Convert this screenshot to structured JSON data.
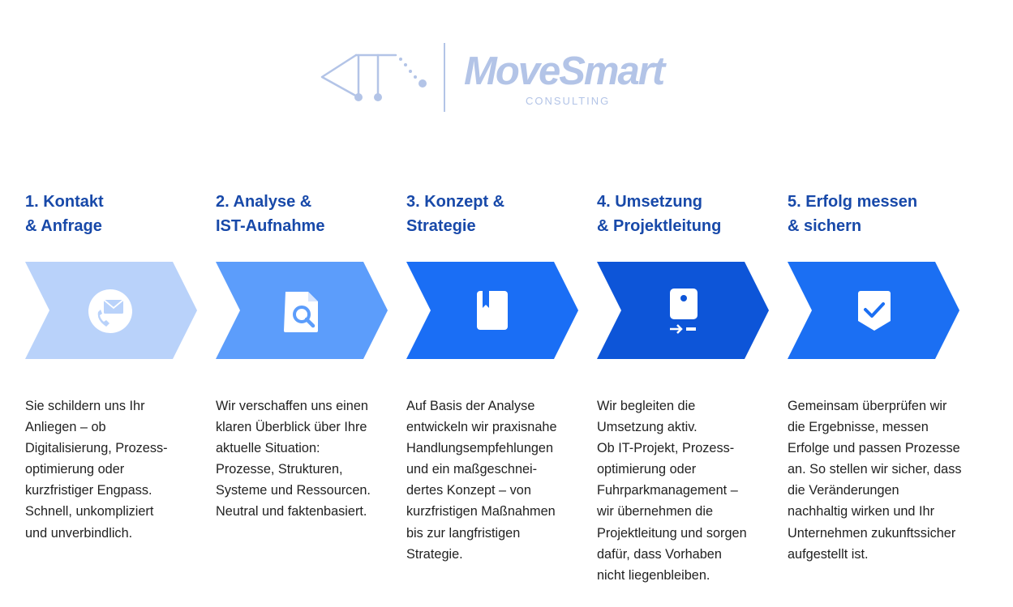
{
  "brand": {
    "name": "MoveSmart",
    "subtitle": "CONSULTING",
    "color": "#b3c4e7",
    "icon": "route-icon"
  },
  "steps": [
    {
      "title": "1. Kontakt\n& Anfrage",
      "icon": "phone-mail-icon",
      "color": "#b9d2fa",
      "text": "Sie schildern uns Ihr\nAnliegen – ob\nDigitalisierung, Prozess-\noptimierung oder\nkurzfristiger Engpass.\nSchnell, unkompliziert\nund unverbindlich."
    },
    {
      "title": "2. Analyse &\nIST-Aufnahme",
      "icon": "document-search-icon",
      "color": "#5c9dfb",
      "text": "Wir verschaffen uns einen\nklaren Überblick über Ihre\naktuelle Situation:\nProzesse, Strukturen,\nSysteme und Ressourcen.\nNeutral und faktenbasiert."
    },
    {
      "title": "3. Konzept &\nStrategie",
      "icon": "book-icon",
      "color": "#1a6ef5",
      "text": "Auf Basis der Analyse\nentwickeln wir praxisnahe\nHandlungsempfehlungen\nund ein maßgeschnei-\ndertes Konzept – von\nkurzfristigen Maßnahmen\nbis zur langfristigen\nStrategie."
    },
    {
      "title": "4. Umsetzung\n& Projektleitung",
      "icon": "device-arrow-icon",
      "color": "#0d55d8",
      "text": "Wir begleiten die\nUmsetzung aktiv.\nOb IT-Projekt, Prozess-\noptimierung oder\nFuhrparkmanagement –\nwir übernehmen die\nProjektleitung und sorgen\ndafür, dass Vorhaben\nnicht liegenbleiben."
    },
    {
      "title": "5. Erfolg messen\n& sichern",
      "icon": "shield-check-icon",
      "color": "#1b6ff3",
      "text": "Gemeinsam überprüfen wir\ndie Ergebnisse, messen\nErfolge und passen Prozesse\nan. So stellen wir sicher, dass\ndie Veränderungen\nnachhaltig wirken und Ihr\nUnternehmen zukunftssicher\naufgestellt ist."
    }
  ]
}
